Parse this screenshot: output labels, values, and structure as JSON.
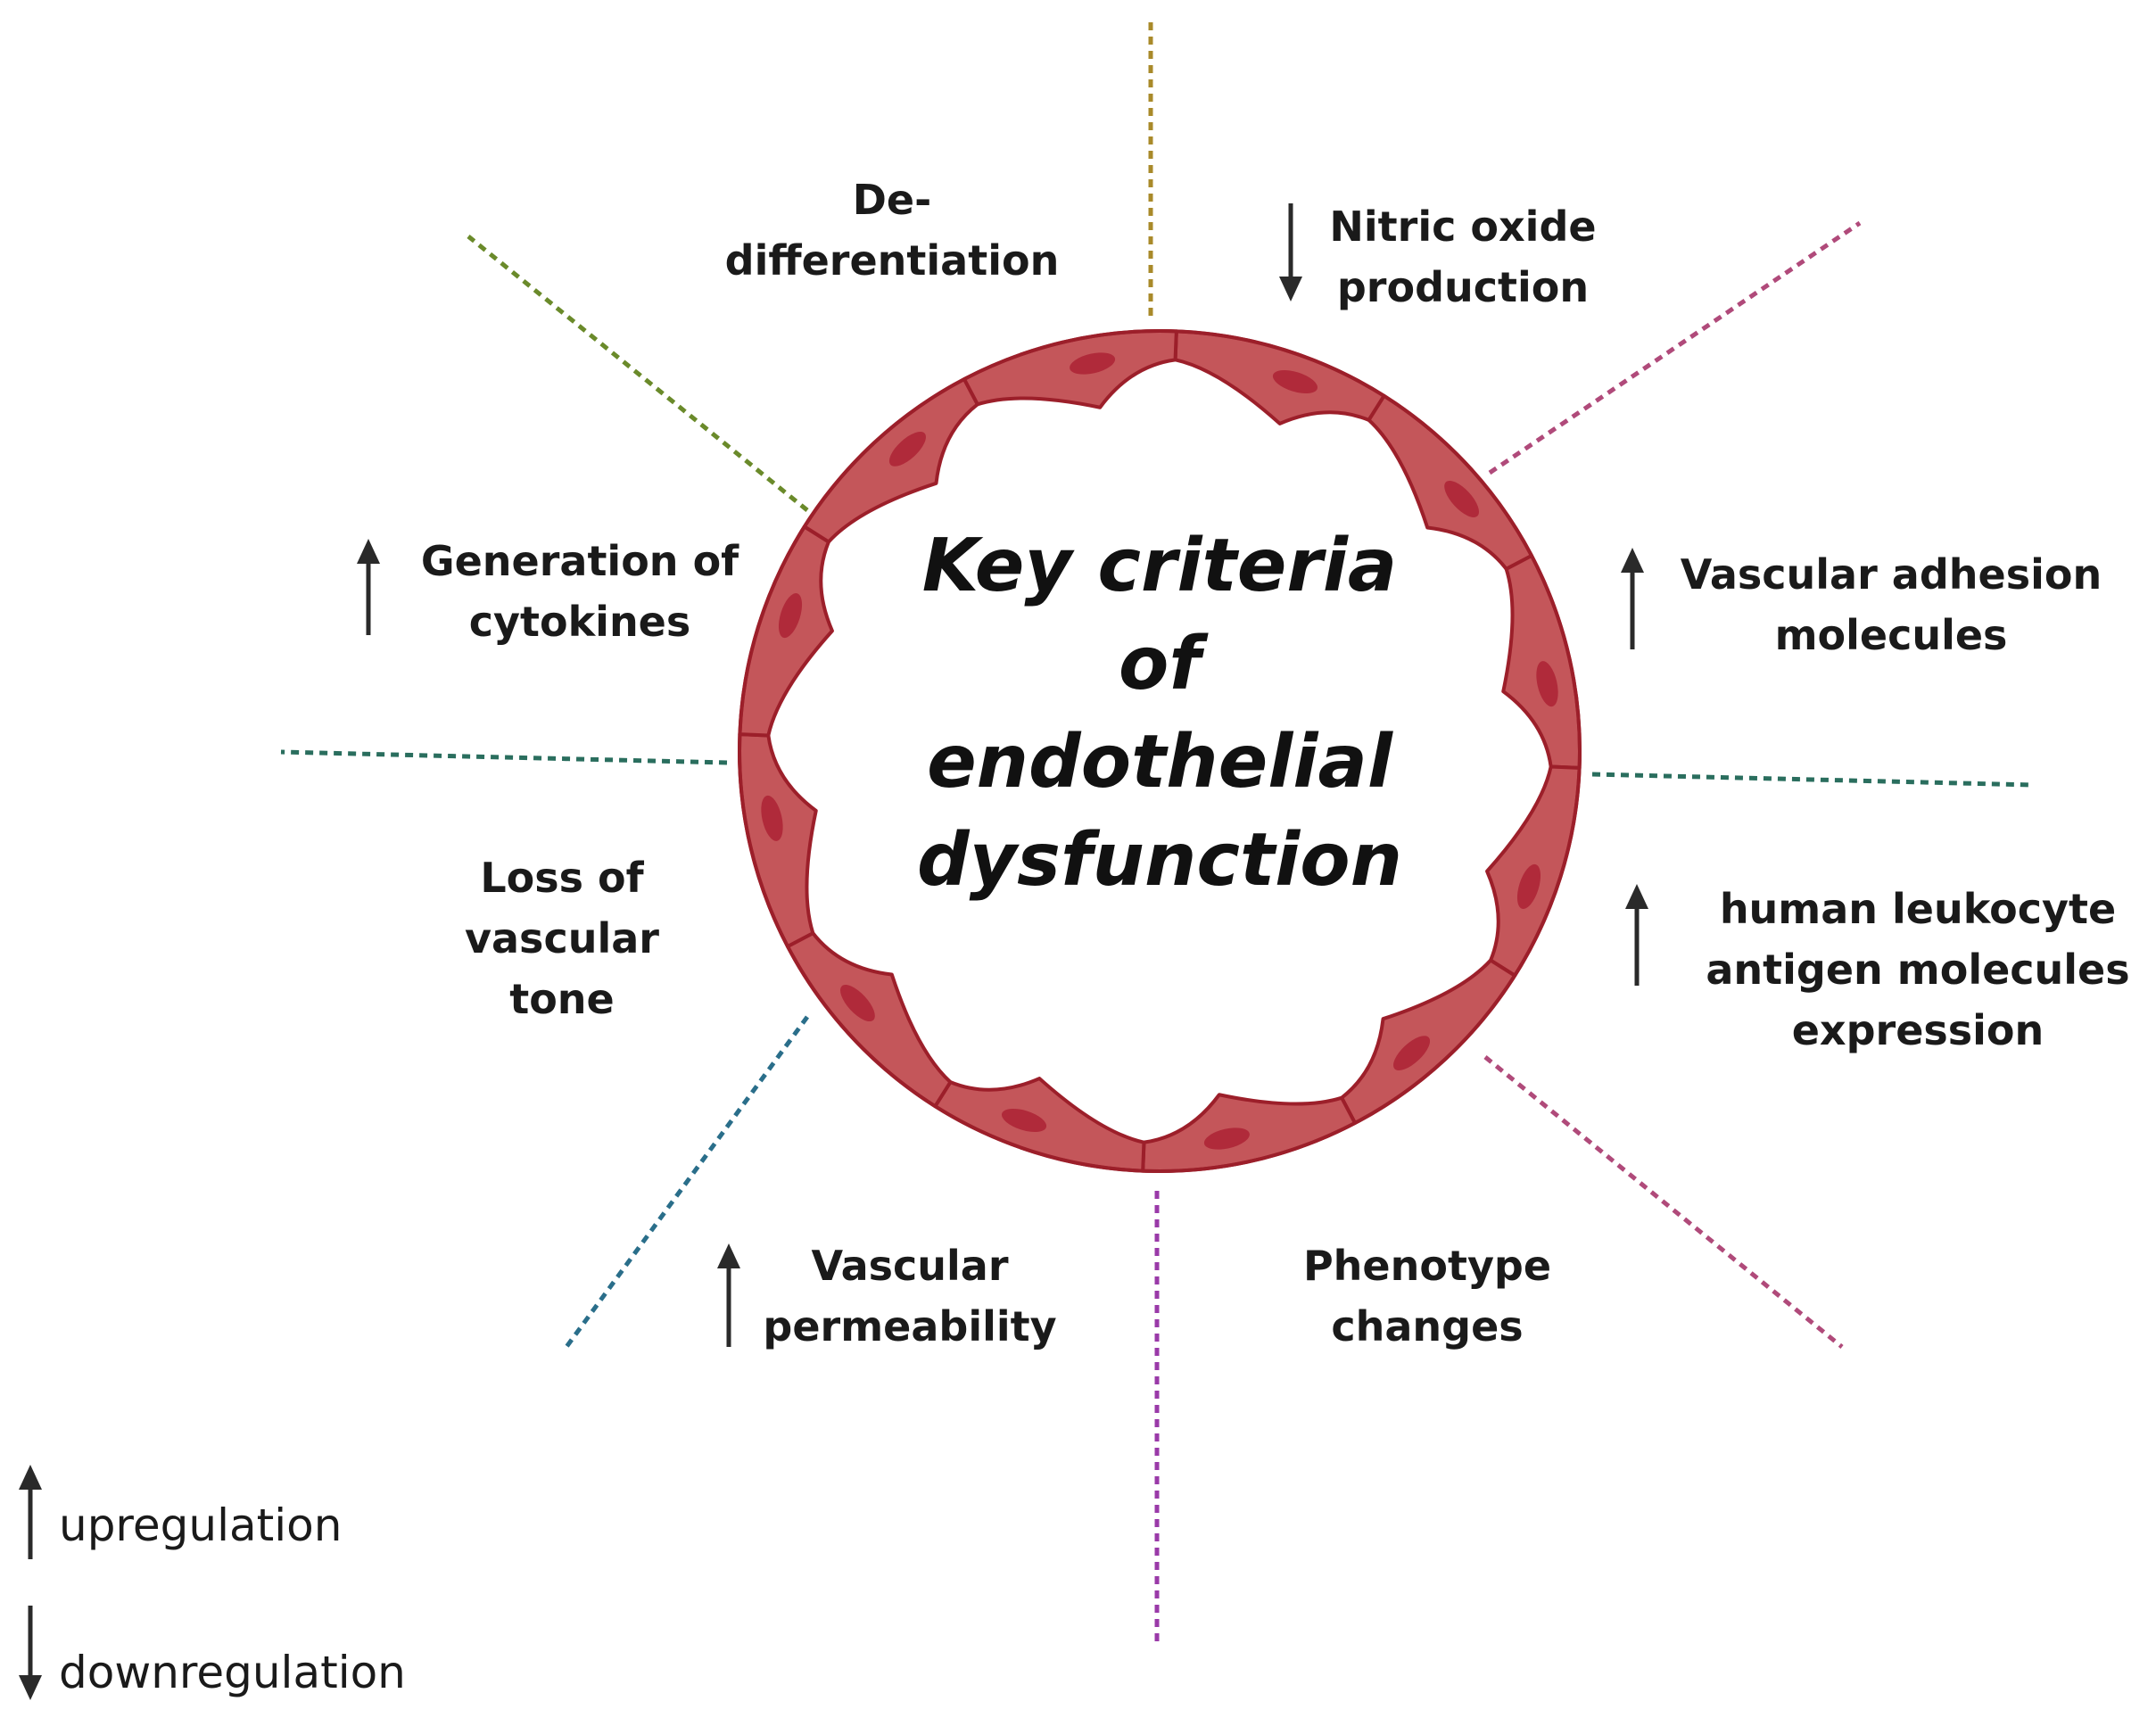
{
  "title": "Key criteria\nof\nendothelial\ndysfunction",
  "criteria": [
    {
      "id": "dedifferentiation",
      "text": "De-\ndifferentiation",
      "direction": "none"
    },
    {
      "id": "nitric-oxide",
      "text": "Nitric oxide\nproduction",
      "direction": "down"
    },
    {
      "id": "vascular-adhesion",
      "text": "Vascular adhesion\nmolecules",
      "direction": "up"
    },
    {
      "id": "hla",
      "text": "human leukocyte\nantigen molecules\nexpression",
      "direction": "up"
    },
    {
      "id": "phenotype",
      "text": "Phenotype\nchanges",
      "direction": "none"
    },
    {
      "id": "permeability",
      "text": "Vascular\npermeability",
      "direction": "up"
    },
    {
      "id": "vascular-tone",
      "text": "Loss of\nvascular\ntone",
      "direction": "none"
    },
    {
      "id": "cytokines",
      "text": "Generation of\ncytokines",
      "direction": "up"
    }
  ],
  "legend": {
    "up": "upregulation",
    "down": "downregulation"
  },
  "colors": {
    "cell_fill": "#c4565a",
    "cell_outline": "#9c1f2a",
    "nucleus": "#b02a3a",
    "arrow": "#2a2a2a",
    "divider_top": "#a98a2a",
    "divider_upper_right": "#b04a7a",
    "divider_right": "#2a6e5e",
    "divider_lower_right": "#b04a7a",
    "divider_bottom": "#9a3aa8",
    "divider_lower_left": "#2a6e8a",
    "divider_left": "#2a6e5e",
    "divider_upper_left": "#6a8a2a"
  },
  "icons": [
    "up-arrow-icon",
    "down-arrow-icon",
    "endothelial-cell-ring"
  ]
}
